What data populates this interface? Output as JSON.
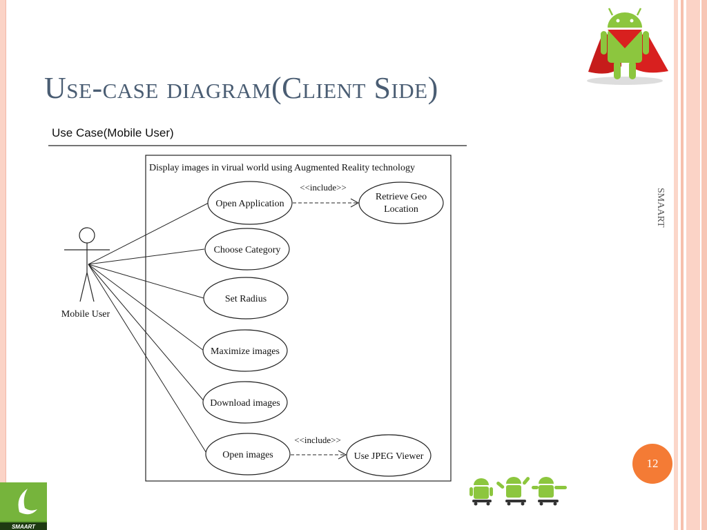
{
  "slide": {
    "title": "Use-case diagram(Client Side)",
    "side_label": "SMAART",
    "page_number": "12"
  },
  "diagram": {
    "header": "Use Case(Mobile User)",
    "system_label": "Display images in virual world using Augmented Reality technology",
    "actor": "Mobile User",
    "use_cases": [
      "Open Application",
      "Choose Category",
      "Set Radius",
      "Maximize images",
      "Download images",
      "Open images"
    ],
    "included": [
      {
        "line1": "Retrieve Geo",
        "line2": "Location",
        "stereotype": "<<include>>"
      },
      {
        "line1": "Use JPEG Viewer",
        "line2": "",
        "stereotype": "<<include>>"
      }
    ]
  },
  "logo": {
    "text": "SMAART"
  },
  "colors": {
    "title": "#4a5d73",
    "badge": "#f47b35",
    "android_green": "#8cc63e",
    "cape_red": "#d8201f"
  }
}
